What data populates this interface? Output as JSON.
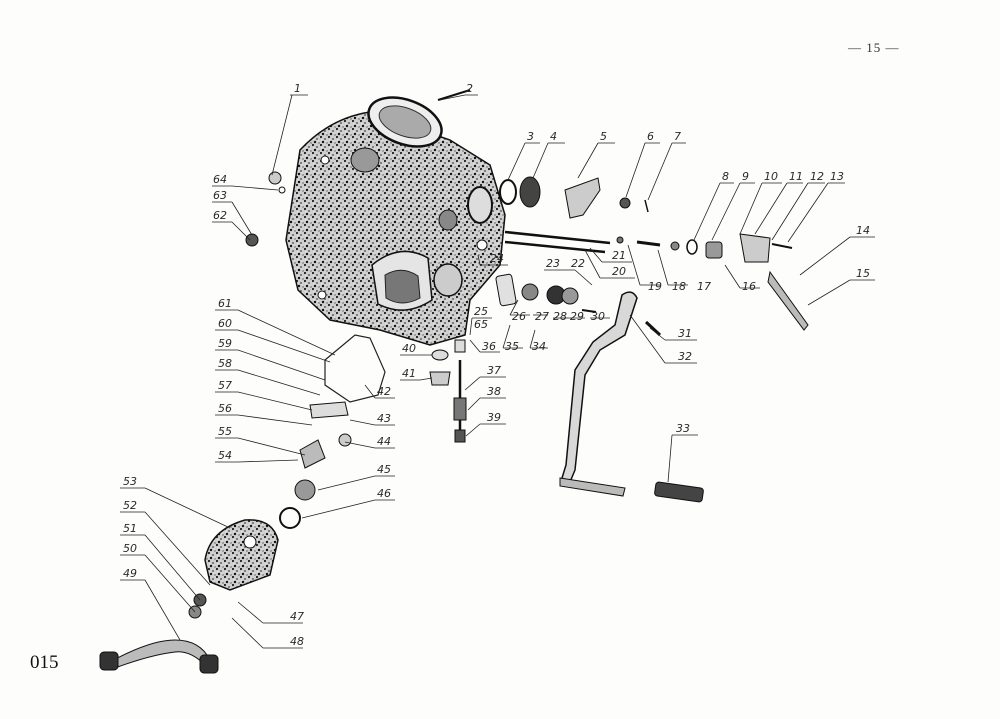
{
  "page_number": "— 15 —",
  "plate_number": "015",
  "callouts": [
    "1",
    "2",
    "3",
    "4",
    "5",
    "6",
    "7",
    "8",
    "9",
    "10",
    "11",
    "12",
    "13",
    "14",
    "15",
    "16",
    "17",
    "18",
    "19",
    "20",
    "21",
    "22",
    "23",
    "24",
    "25",
    "26",
    "27",
    "28",
    "29",
    "30",
    "31",
    "32",
    "33",
    "34",
    "35",
    "36",
    "37",
    "38",
    "39",
    "40",
    "41",
    "42",
    "43",
    "44",
    "45",
    "46",
    "47",
    "48",
    "49",
    "50",
    "51",
    "52",
    "53",
    "54",
    "55",
    "56",
    "57",
    "58",
    "59",
    "60",
    "61",
    "62",
    "63",
    "64",
    "65"
  ]
}
